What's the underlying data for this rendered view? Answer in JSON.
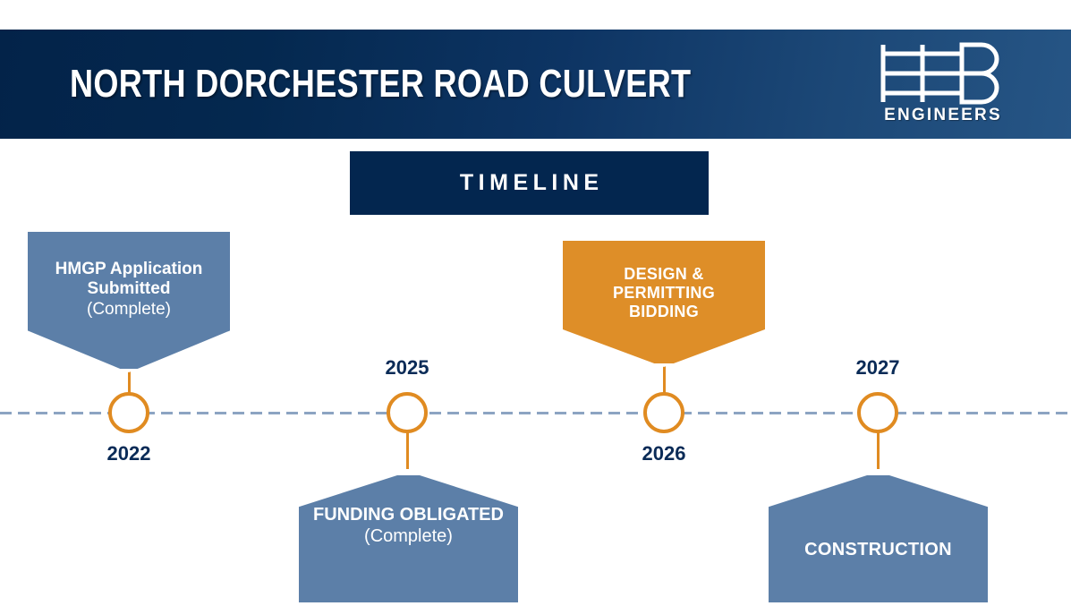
{
  "header": {
    "title": "NORTH DORCHESTER ROAD CULVERT",
    "logo": {
      "mark": "heb-monogram",
      "wordmark": "ENGINEERS"
    },
    "gradient_from": "#032349",
    "gradient_to": "#265585"
  },
  "section": {
    "chip_label": "TIMELINE",
    "chip_bg": "#03264F"
  },
  "axis": {
    "line_color": "#8CA4C2",
    "node_color": "#E08B21",
    "style": "dashed"
  },
  "milestones": [
    {
      "year": "2022",
      "year_position": "below",
      "card_position": "above",
      "card_shape": "banner-down",
      "color": "#5C7FA8",
      "lines": [
        {
          "text": "HMGP Application",
          "weight": "bold"
        },
        {
          "text": "Submitted",
          "weight": "bold"
        },
        {
          "text": "(Complete)",
          "weight": "normal"
        }
      ]
    },
    {
      "year": "2025",
      "year_position": "above",
      "card_position": "below",
      "card_shape": "pentagon-up",
      "color": "#5C7FA8",
      "lines": [
        {
          "text": "FUNDING OBLIGATED",
          "weight": "bold"
        },
        {
          "text": "(Complete)",
          "weight": "normal"
        }
      ]
    },
    {
      "year": "2026",
      "year_position": "below",
      "card_position": "above",
      "card_shape": "banner-down",
      "color": "#DE8E28",
      "lines": [
        {
          "text": "DESIGN &",
          "weight": "bold"
        },
        {
          "text": "PERMITTING",
          "weight": "bold"
        },
        {
          "text": "BIDDING",
          "weight": "bold"
        }
      ]
    },
    {
      "year": "2027",
      "year_position": "above",
      "card_position": "below",
      "card_shape": "pentagon-up",
      "color": "#5C7FA8",
      "lines": [
        {
          "text": "CONSTRUCTION",
          "weight": "bold"
        }
      ]
    }
  ]
}
